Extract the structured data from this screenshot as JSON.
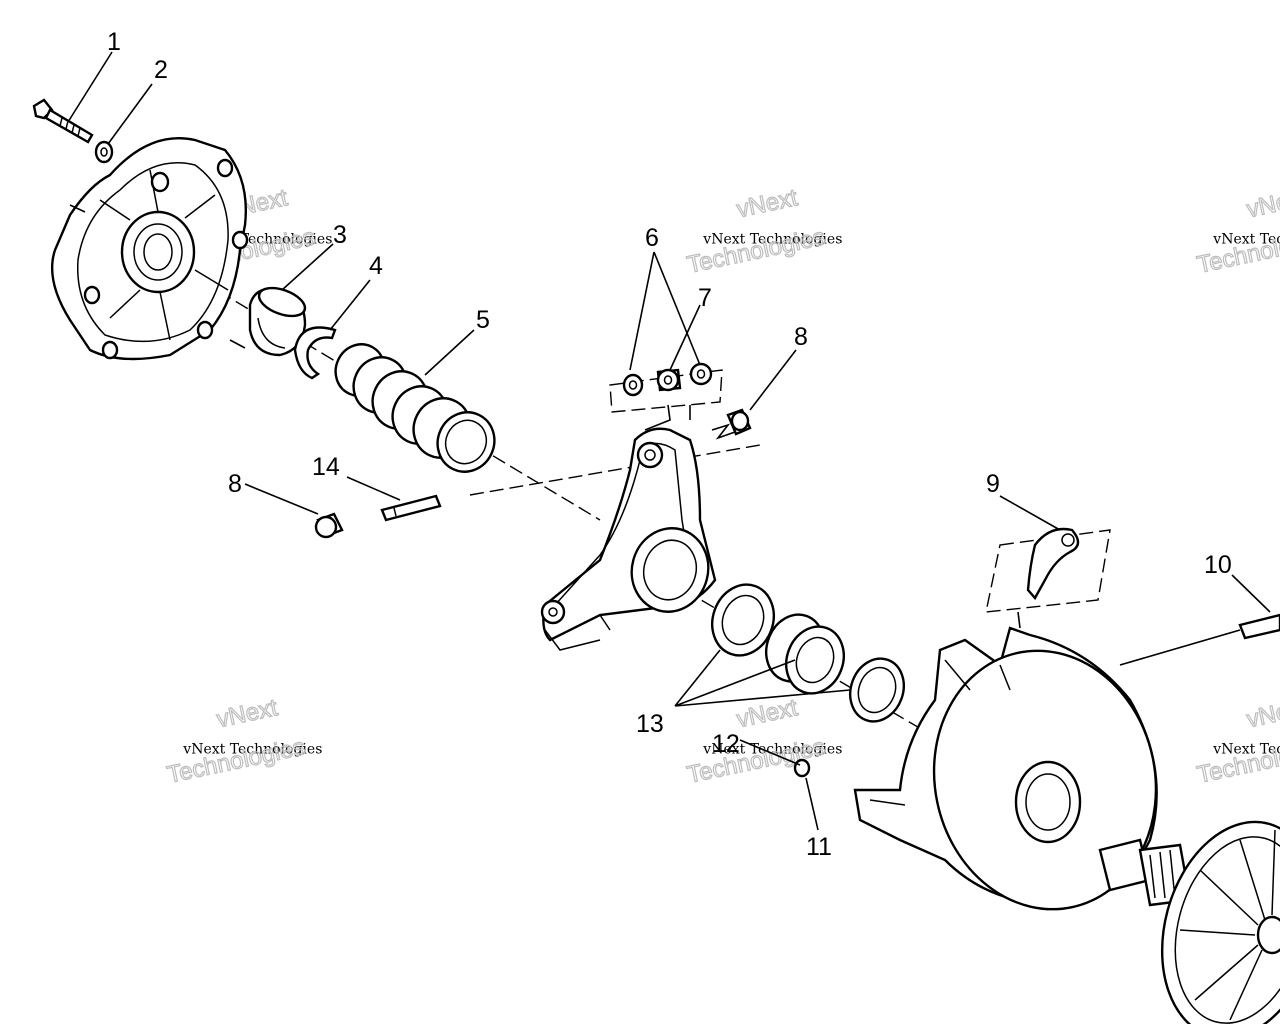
{
  "callouts": [
    "1",
    "2",
    "3",
    "4",
    "5",
    "6",
    "7",
    "8",
    "8",
    "9",
    "10",
    "11",
    "12",
    "13",
    "14"
  ],
  "watermark": {
    "line1": "vNext",
    "line2": "vNext Technologies",
    "line3": "Technologies"
  },
  "colors": {
    "line": "#000000",
    "background": "#ffffff",
    "watermark_outline": "#bdbdbd"
  }
}
